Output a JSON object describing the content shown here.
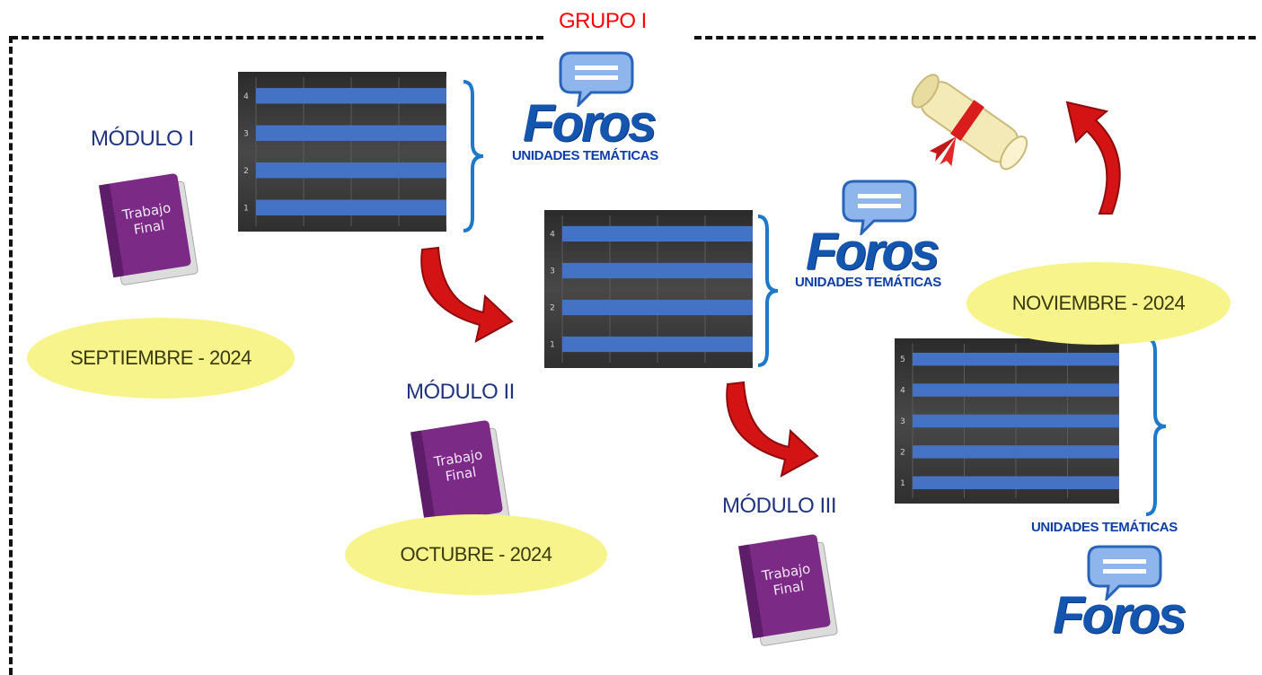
{
  "group_title": "GRUPO I",
  "modules": [
    {
      "title": "MÓDULO I",
      "book_text": "Trabajo Final",
      "date": "SEPTIEMBRE - 2024"
    },
    {
      "title": "MÓDULO II",
      "book_text": "Trabajo Final",
      "date": "OCTUBRE - 2024"
    },
    {
      "title": "MÓDULO III",
      "book_text": "Trabajo Final",
      "date": "NOVIEMBRE - 2024"
    }
  ],
  "foros": {
    "word": "Foros",
    "subtitle": "UNIDADES TEMÁTICAS"
  },
  "chart_data": [
    {
      "type": "bar",
      "categories": [
        "4",
        "3",
        "2",
        "1"
      ],
      "values": [
        1,
        1,
        1,
        1
      ]
    },
    {
      "type": "bar",
      "categories": [
        "4",
        "3",
        "2",
        "1"
      ],
      "values": [
        1,
        1,
        1,
        1
      ]
    },
    {
      "type": "bar",
      "categories": [
        "5",
        "4",
        "3",
        "2",
        "1"
      ],
      "values": [
        1,
        1,
        1,
        1,
        1
      ]
    }
  ],
  "colors": {
    "bar": "#4472c4",
    "module_title": "#1f3480",
    "group_title": "#ff0000",
    "date_bg": "#f6f48a",
    "arrow": "#d41414",
    "book": "#7b2a86"
  },
  "icons": [
    "foros-logo-icon",
    "speech-bubble-icon",
    "book-icon",
    "diploma-scroll-icon",
    "curved-arrow-icon",
    "brace-icon"
  ]
}
